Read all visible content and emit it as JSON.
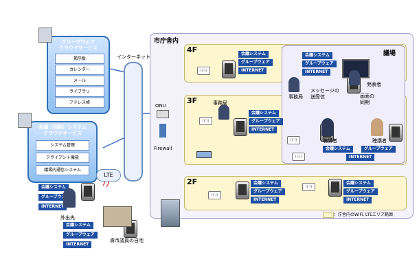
{
  "cloud1": {
    "title_line1": "グループウェア",
    "title_line2": "クラウドサービス",
    "items": [
      "掲示板",
      "カレンダー",
      "メール",
      "ライブラリ",
      "アドレス帳"
    ]
  },
  "cloud2": {
    "title_line1": "会議（同期）システム",
    "title_line2": "クラウドサービス",
    "items": [
      "システム管理",
      "クライアント機能",
      "議場内通信システム"
    ]
  },
  "internet_label": "インターネット",
  "lte_label": "LTE",
  "city_hall": "市庁舎内",
  "onu": "ONU",
  "firewall": "Firewall",
  "floors": {
    "f4": "4F",
    "f3": "3F",
    "f2": "2F"
  },
  "assembly": "議場",
  "offices": {
    "f3": "事務局",
    "assembly": "事務局"
  },
  "roles": {
    "presenter": "発表者",
    "listener1": "聴講者",
    "listener2": "聴講者"
  },
  "messages": {
    "msg": "メッセージの\n送受信",
    "sync": "画面の\n同期"
  },
  "outside": "外出先",
  "home": "貴市議員の自宅",
  "legend": "：庁舎内のWiFi, LTEエリア範囲",
  "ap_label": "((·))",
  "tags": {
    "meeting": "会議システム",
    "groupware": "グループウェア",
    "internet": "INTERNET"
  },
  "colors": {
    "panel": "#2f6fb5",
    "floor_bg": "#fdf6cf",
    "hall_bg": "#f0eefb",
    "line_orange": "#e7892a",
    "line_blue": "#3a6fc4",
    "line_green": "#2a9a3a",
    "tag": "#1e4fa3"
  }
}
